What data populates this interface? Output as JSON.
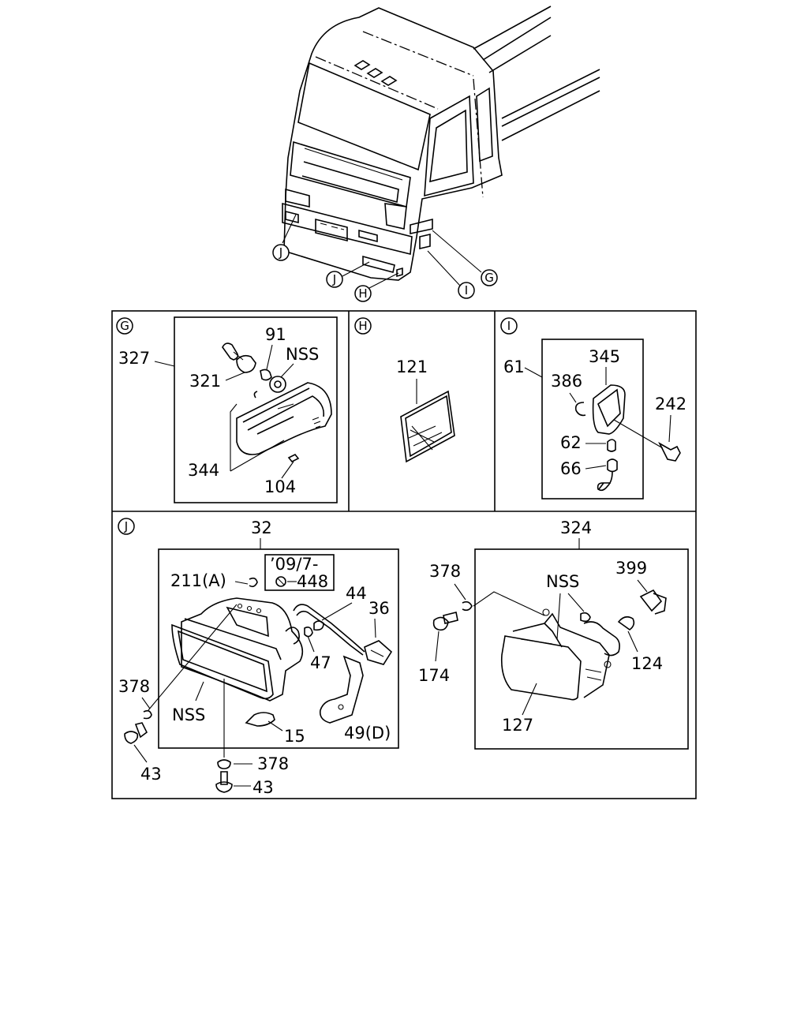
{
  "truck": {
    "callouts": [
      "J",
      "J",
      "H",
      "I",
      "G"
    ]
  },
  "panels": {
    "g": {
      "marker": "G",
      "labels": {
        "l327": "327",
        "l321": "321",
        "l91": "91",
        "nss": "NSS",
        "l344": "344",
        "l104": "104"
      }
    },
    "h": {
      "marker": "H",
      "labels": {
        "l121": "121"
      }
    },
    "i": {
      "marker": "I",
      "labels": {
        "l61": "61",
        "l345": "345",
        "l386": "386",
        "l242": "242",
        "l62": "62",
        "l66": "66"
      }
    },
    "j": {
      "marker": "J",
      "labels": {
        "l32": "32",
        "note_date": "’09/7-",
        "l448": "448",
        "l211a": "211(A)",
        "l44": "44",
        "l36": "36",
        "l47": "47",
        "l378a": "378",
        "nss": "NSS",
        "l43a": "43",
        "l15": "15",
        "l49d": "49(D)",
        "l378b": "378",
        "l43b": "43",
        "l324": "324",
        "l378c": "378",
        "l399": "399",
        "nss2": "NSS",
        "l174": "174",
        "l124": "124",
        "l127": "127"
      }
    }
  }
}
